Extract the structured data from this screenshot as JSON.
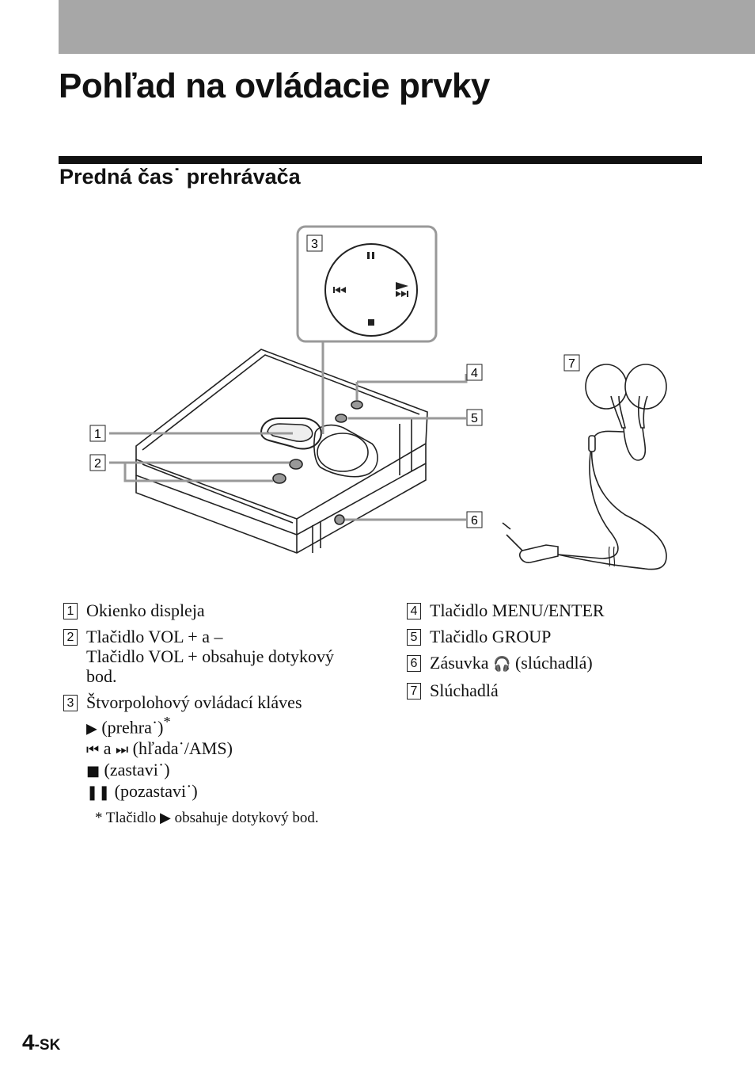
{
  "page_title": "Pohľad na ovládacie prvky",
  "section_title": "Predná čas˙ prehrávača",
  "callouts": [
    "1",
    "2",
    "3",
    "4",
    "5",
    "6",
    "7"
  ],
  "items_left": [
    {
      "num": "1",
      "lines": [
        "Okienko displeja"
      ]
    },
    {
      "num": "2",
      "lines": [
        "Tlačidlo VOL + a –",
        "Tlačidlo VOL + obsahuje dotykový",
        "bod."
      ]
    },
    {
      "num": "3",
      "lines": [
        "Štvorpolohový ovládací kláves"
      ]
    }
  ],
  "controls": {
    "play": "(prehra˙)",
    "play_mark": "*",
    "seek_and": "a",
    "seek": "(hľada˙/AMS)",
    "stop": "(zastavi˙)",
    "pause": "(pozastavi˙)"
  },
  "footnote": {
    "mark": "*",
    "text_before": "Tlačidlo",
    "text_after": "obsahuje dotykový bod."
  },
  "items_right": [
    {
      "num": "4",
      "text": "Tlačidlo MENU/ENTER"
    },
    {
      "num": "5",
      "text": "Tlačidlo GROUP"
    },
    {
      "num": "6",
      "text_before": "Zásuvka",
      "text_after": "(slúchadlá)"
    },
    {
      "num": "7",
      "text": "Slúchadlá"
    }
  ],
  "page_number": {
    "number": "4",
    "suffix": "-SK"
  },
  "icons": [
    "play-icon",
    "previous-icon",
    "next-icon",
    "stop-icon",
    "pause-icon",
    "headphones-icon"
  ]
}
